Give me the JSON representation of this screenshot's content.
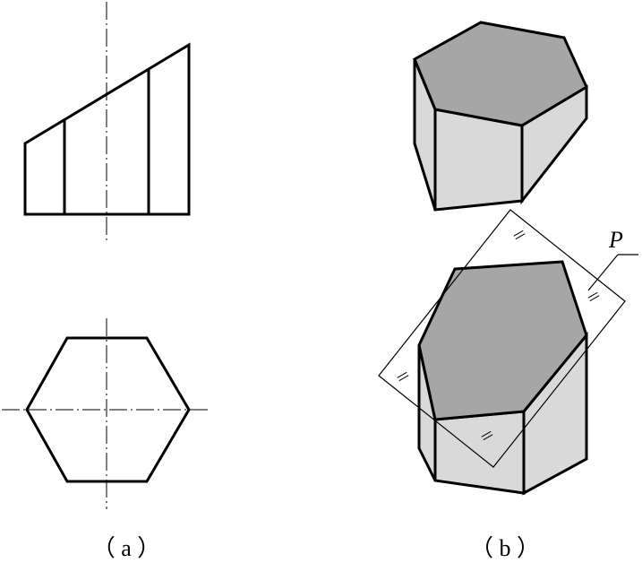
{
  "figure": {
    "captions": {
      "a": "（ a ）",
      "b": "（ b ）"
    },
    "plane_label": "P"
  },
  "colors": {
    "line": "#000000",
    "top_face": "#a6a6a6",
    "side_face": "#d9d9d9",
    "background": "#ffffff"
  }
}
